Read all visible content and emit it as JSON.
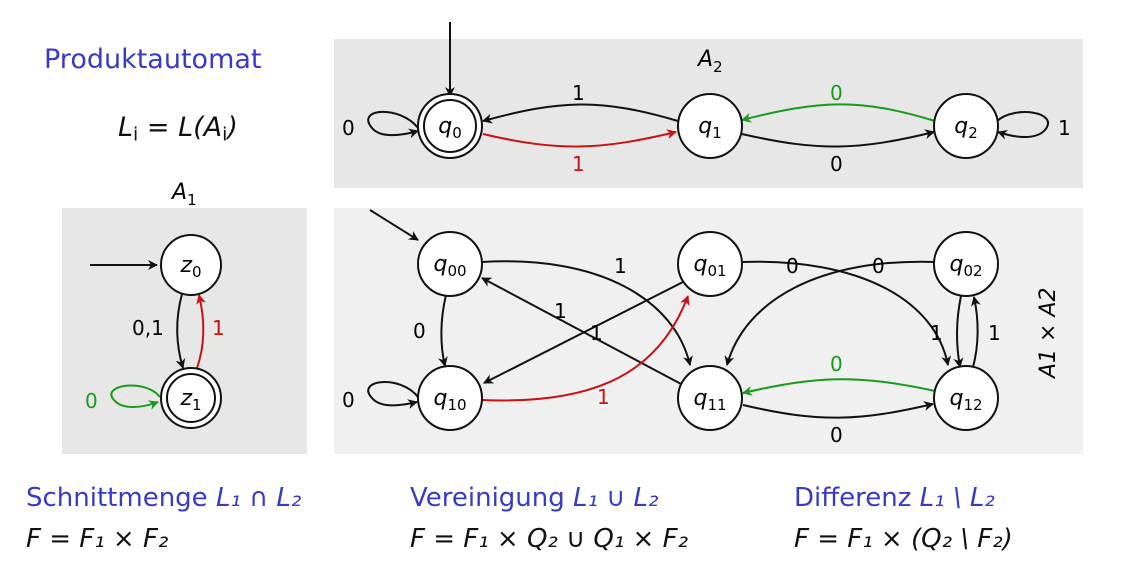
{
  "title": "Produktautomat",
  "language_definition": {
    "lhs": "L",
    "lhs_sub": "i",
    "rhs_pre": "= L(A",
    "rhs_sub": "i",
    "rhs_post": ")"
  },
  "automata": {
    "a1": {
      "name": "A",
      "sub": "1",
      "states": [
        "z0",
        "z1"
      ]
    },
    "a2": {
      "name": "A",
      "sub": "2",
      "states": [
        "q0",
        "q1",
        "q2"
      ]
    },
    "product": {
      "name": "A1 × A2",
      "states": [
        "q00",
        "q01",
        "q02",
        "q10",
        "q11",
        "q12"
      ]
    }
  },
  "a2_edges": [
    {
      "from": "q0",
      "to": "q0",
      "label": "0",
      "color": "#111111"
    },
    {
      "from": "q1",
      "to": "q0",
      "label": "1",
      "color": "#111111"
    },
    {
      "from": "q0",
      "to": "q1",
      "label": "1",
      "color": "#cc1111"
    },
    {
      "from": "q2",
      "to": "q1",
      "label": "0",
      "color": "#1a9a1a"
    },
    {
      "from": "q1",
      "to": "q2",
      "label": "0",
      "color": "#111111"
    },
    {
      "from": "q2",
      "to": "q2",
      "label": "1",
      "color": "#111111"
    }
  ],
  "a1_edges": [
    {
      "from": "z0",
      "to": "z1",
      "label": "0,1",
      "color": "#111111"
    },
    {
      "from": "z1",
      "to": "z0",
      "label": "1",
      "color": "#cc1111"
    },
    {
      "from": "z1",
      "to": "z1",
      "label": "0",
      "color": "#1a9a1a"
    }
  ],
  "product_edges": [
    {
      "from": "q00",
      "to": "q10",
      "label": "0"
    },
    {
      "from": "q00",
      "to": "q11",
      "label": "1"
    },
    {
      "from": "q11",
      "to": "q00",
      "label": "1"
    },
    {
      "from": "q01",
      "to": "q10",
      "label": "1"
    },
    {
      "from": "q01",
      "to": "q12",
      "label": "0"
    },
    {
      "from": "q02",
      "to": "q11",
      "label": "0"
    },
    {
      "from": "q02",
      "to": "q12",
      "label": "1"
    },
    {
      "from": "q12",
      "to": "q02",
      "label": "1"
    },
    {
      "from": "q10",
      "to": "q10",
      "label": "0"
    },
    {
      "from": "q10",
      "to": "q01",
      "label": "1",
      "color": "#cc1111"
    },
    {
      "from": "q12",
      "to": "q11",
      "label": "0",
      "color": "#1a9a1a"
    },
    {
      "from": "q11",
      "to": "q12",
      "label": "0"
    }
  ],
  "captions": {
    "intersection": {
      "text": "Schnittmenge ",
      "expr": "L₁ ∩ L₂",
      "formula": "F = F₁ × F₂"
    },
    "union": {
      "text": "Vereinigung ",
      "expr": "L₁ ∪ L₂",
      "formula": "F = F₁ × Q₂ ∪ Q₁ × F₂"
    },
    "difference": {
      "text": "Differenz ",
      "expr": "L₁ \\ L₂",
      "formula": "F = F₁ × (Q₂ \\ F₂)"
    }
  },
  "colors": {
    "accent": "#3a3ac8",
    "red": "#cc1111",
    "green": "#1a9a1a"
  }
}
